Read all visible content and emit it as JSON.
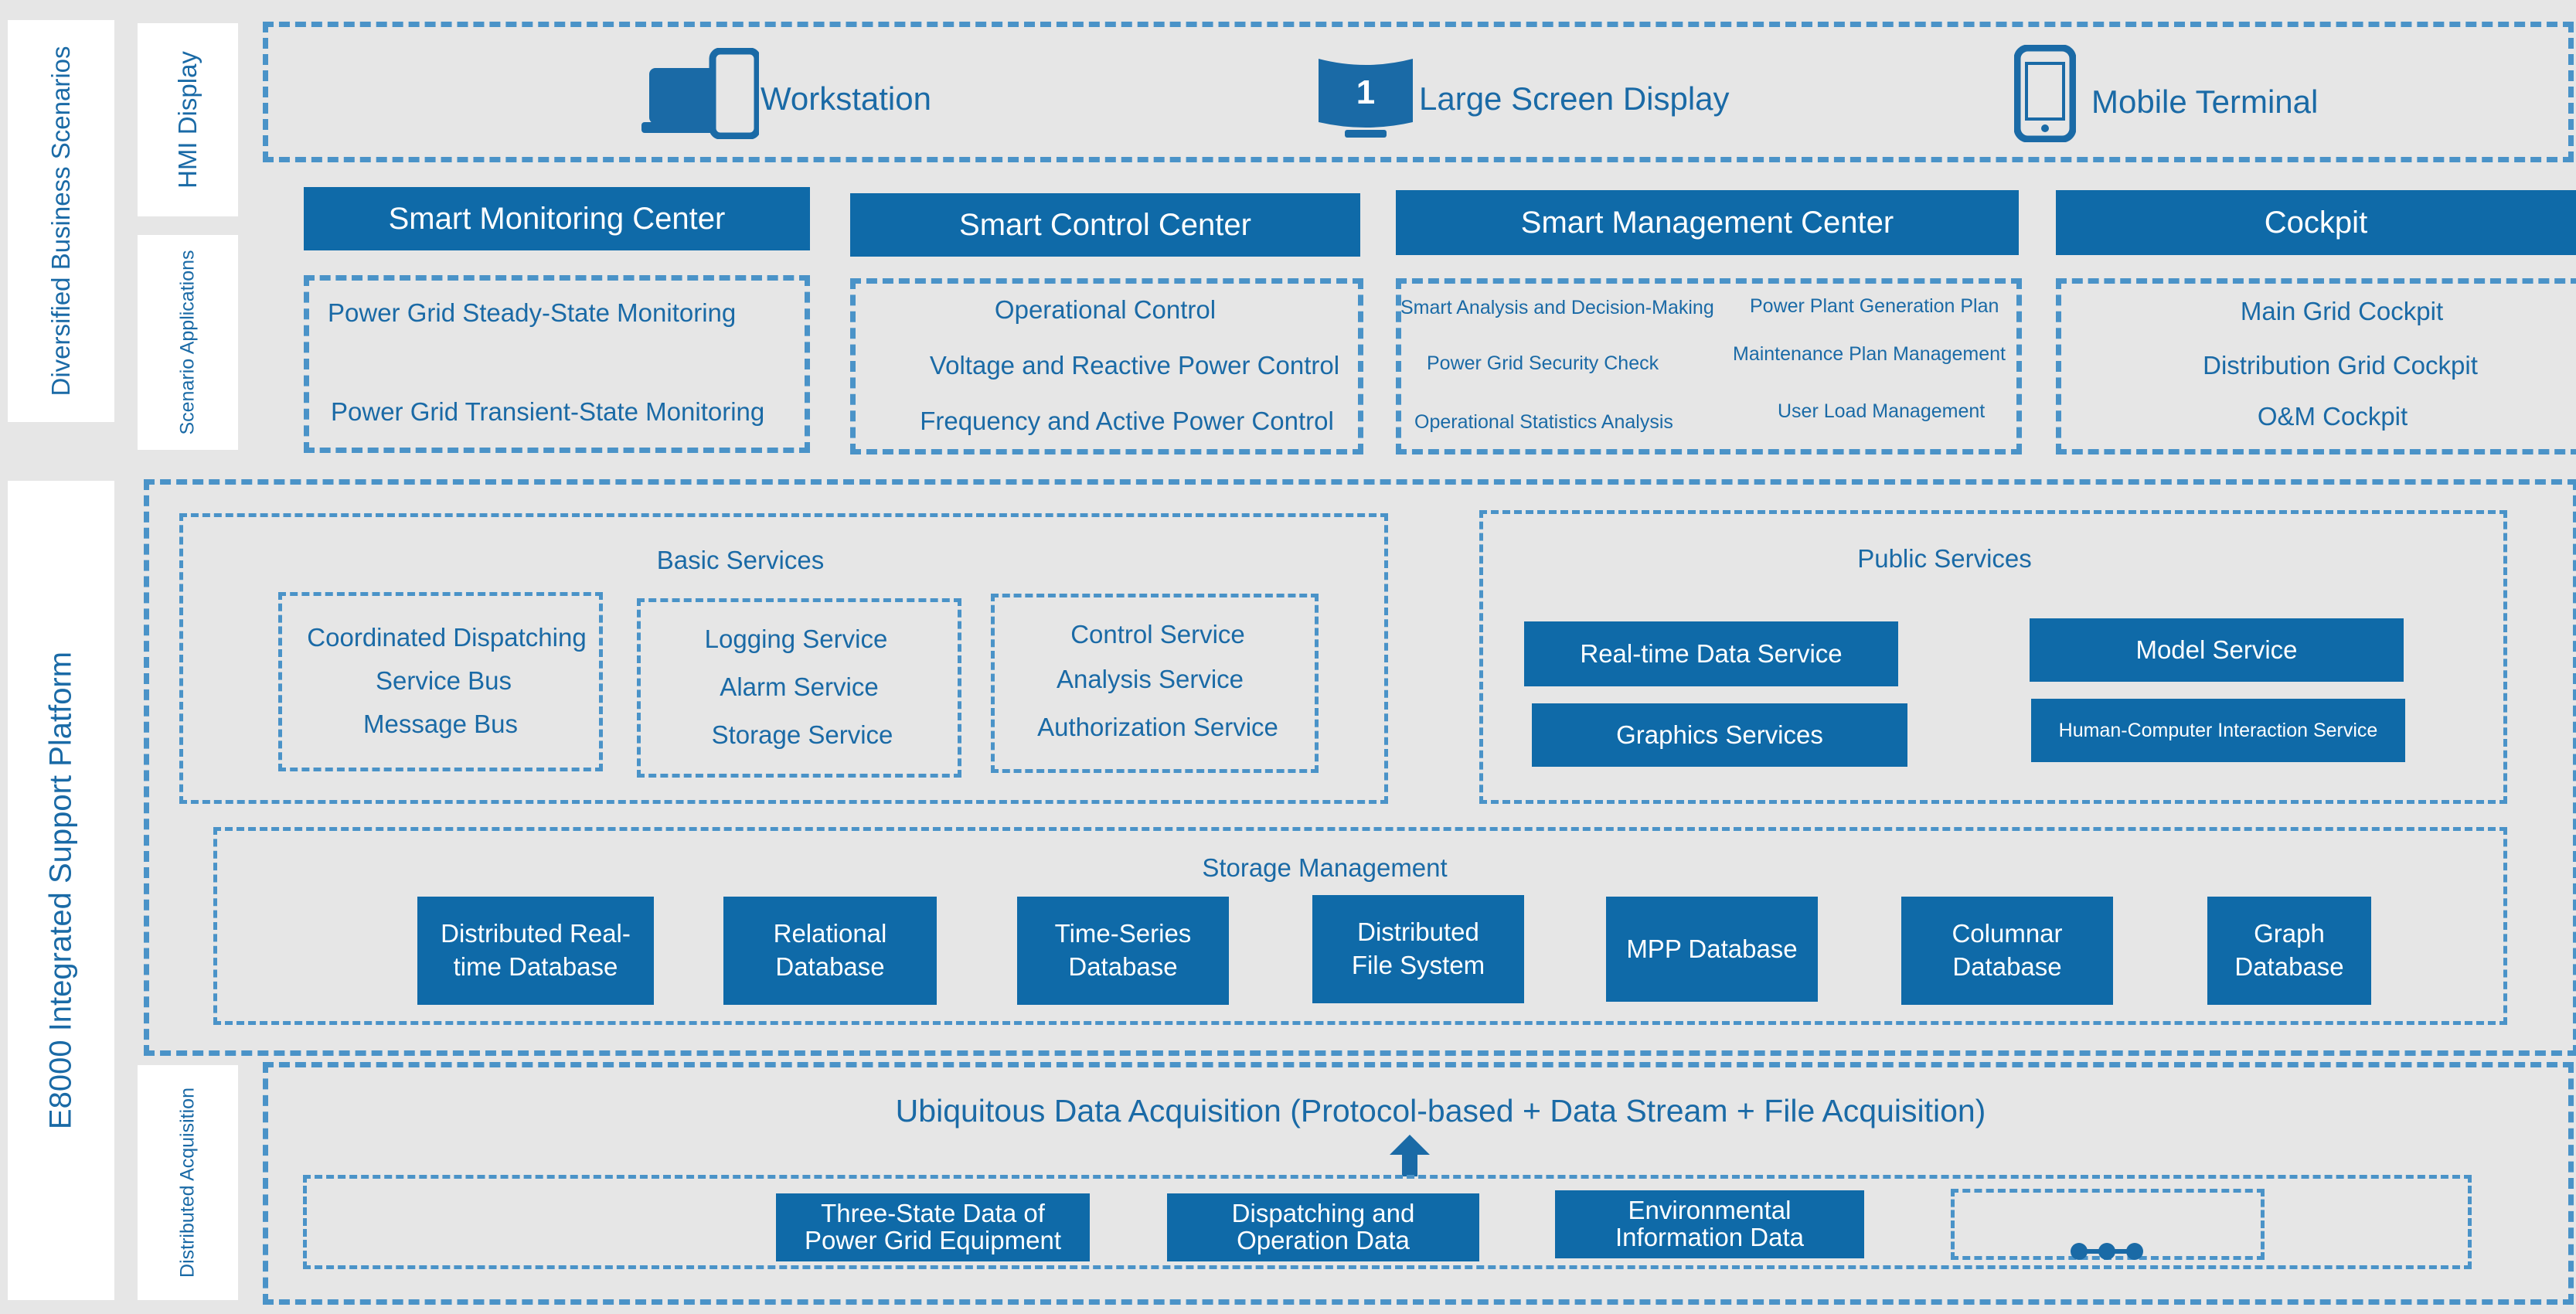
{
  "left_labels": {
    "diversified": "Diversified Business Scenarios",
    "hmi": "HMI Display",
    "scenario_apps": "Scenario Applications",
    "platform": "E8000 Integrated Support Platform",
    "distributed": "Distributed Acquisition"
  },
  "hmi": {
    "workstation": "Workstation",
    "large_screen": "Large Screen Display",
    "large_screen_icon_number": "1",
    "mobile": "Mobile Terminal"
  },
  "centers": {
    "monitoring": {
      "title": "Smart Monitoring Center",
      "items": [
        "Power Grid Steady-State Monitoring",
        "Power Grid Transient-State Monitoring"
      ]
    },
    "control": {
      "title": "Smart Control Center",
      "items": [
        "Operational Control",
        "Voltage and Reactive Power Control",
        "Frequency and Active Power Control"
      ]
    },
    "management": {
      "title": "Smart Management Center",
      "items": [
        "Smart Analysis and Decision-Making",
        "Power Plant Generation Plan",
        "Power Grid Security Check",
        "Maintenance Plan Management",
        "Operational Statistics Analysis",
        "User Load Management"
      ]
    },
    "cockpit": {
      "title": "Cockpit",
      "items": [
        "Main Grid Cockpit",
        "Distribution Grid Cockpit",
        "O&M Cockpit"
      ]
    }
  },
  "basic_services": {
    "title": "Basic Services",
    "group1": [
      "Coordinated Dispatching",
      "Service Bus",
      "Message Bus"
    ],
    "group2": [
      "Logging Service",
      "Alarm Service",
      "Storage Service"
    ],
    "group3": [
      "Control Service",
      "Analysis Service",
      "Authorization Service"
    ]
  },
  "public_services": {
    "title": "Public Services",
    "items": [
      "Real-time Data Service",
      "Graphics Services",
      "Model Service",
      "Human-Computer Interaction Service"
    ]
  },
  "storage": {
    "title": "Storage Management",
    "items": [
      [
        "Distributed Real-",
        "time Database"
      ],
      [
        "Relational",
        "Database"
      ],
      [
        "Time-Series",
        "Database"
      ],
      [
        "Distributed",
        "File System"
      ],
      [
        "MPP Database"
      ],
      [
        "Columnar",
        "Database"
      ],
      [
        "Graph",
        "Database"
      ]
    ]
  },
  "acquisition": {
    "title": "Ubiquitous Data Acquisition (Protocol-based + Data Stream + File Acquisition)",
    "items": [
      [
        "Three-State Data of",
        "Power Grid Equipment"
      ],
      [
        "Dispatching and",
        "Operation Data"
      ],
      [
        "Environmental",
        "Information Data"
      ]
    ]
  },
  "colors": {
    "primary": "#0f6aa8",
    "dash": "#4a93c8",
    "text": "#1a6aa6",
    "background": "#e6e6e6"
  }
}
